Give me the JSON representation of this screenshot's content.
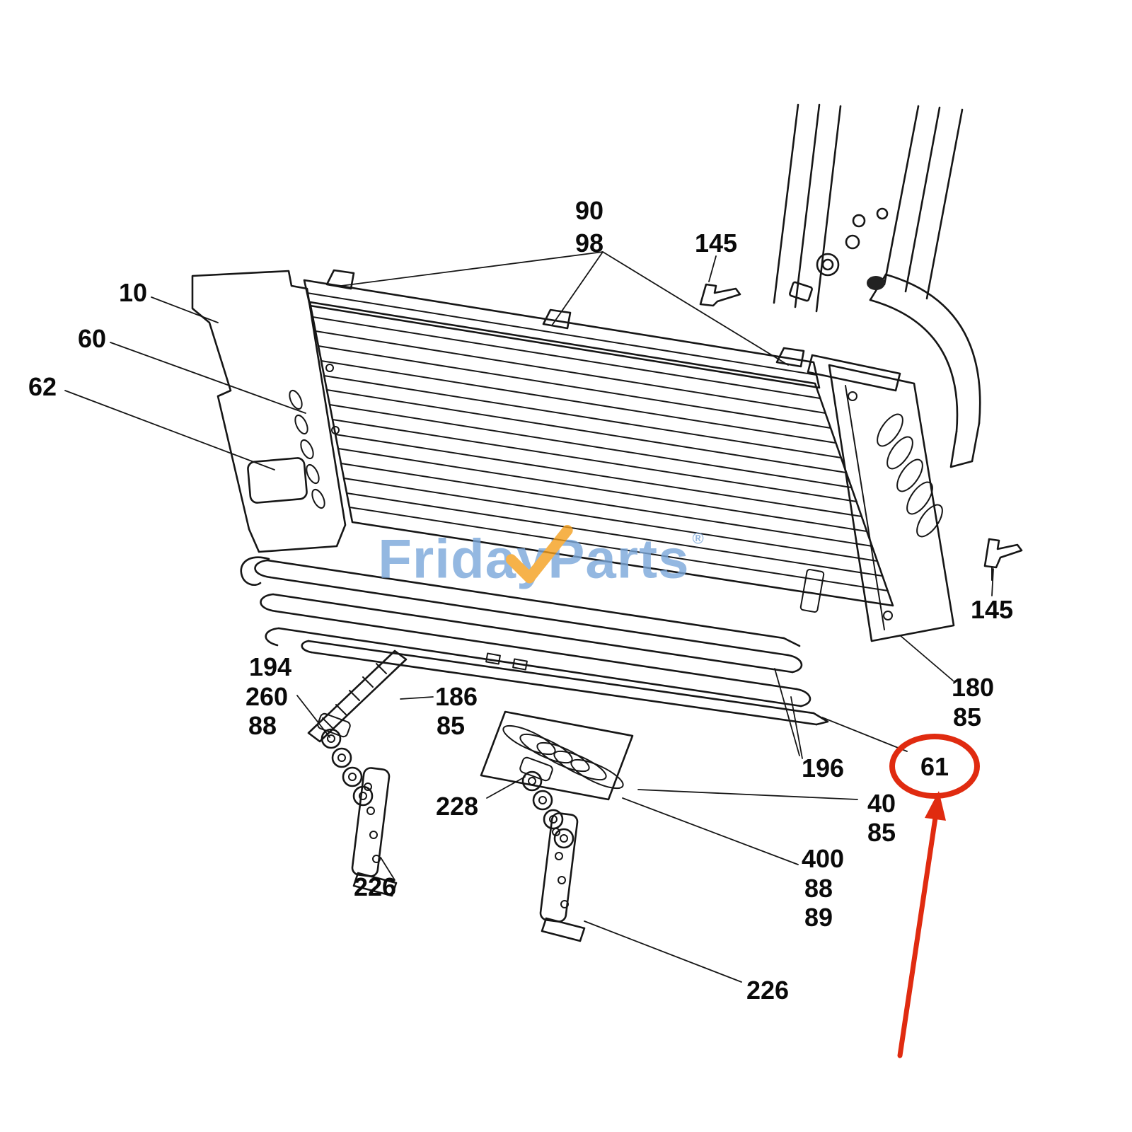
{
  "watermark": {
    "left": "Frida",
    "mid": "y",
    "right": "Parts",
    "reg": "®",
    "check_icon": "check-swoosh-icon"
  },
  "colors": {
    "highlight_red": "#e02b10",
    "watermark_blue": "#7aa7da",
    "watermark_orange": "#f5a01e",
    "line_black": "#161616"
  },
  "highlight": {
    "circled_part": "61"
  },
  "callouts": [
    {
      "text": "90"
    },
    {
      "text": "98"
    },
    {
      "text": "145"
    },
    {
      "text": "10"
    },
    {
      "text": "60"
    },
    {
      "text": "62"
    },
    {
      "text": "194"
    },
    {
      "text": "260"
    },
    {
      "text": "88"
    },
    {
      "text": "186"
    },
    {
      "text": "85"
    },
    {
      "text": "145"
    },
    {
      "text": "180"
    },
    {
      "text": "85"
    },
    {
      "text": "196"
    },
    {
      "text": "61"
    },
    {
      "text": "40"
    },
    {
      "text": "85"
    },
    {
      "text": "228"
    },
    {
      "text": "400"
    },
    {
      "text": "88"
    },
    {
      "text": "89"
    },
    {
      "text": "226"
    },
    {
      "text": "226"
    }
  ]
}
